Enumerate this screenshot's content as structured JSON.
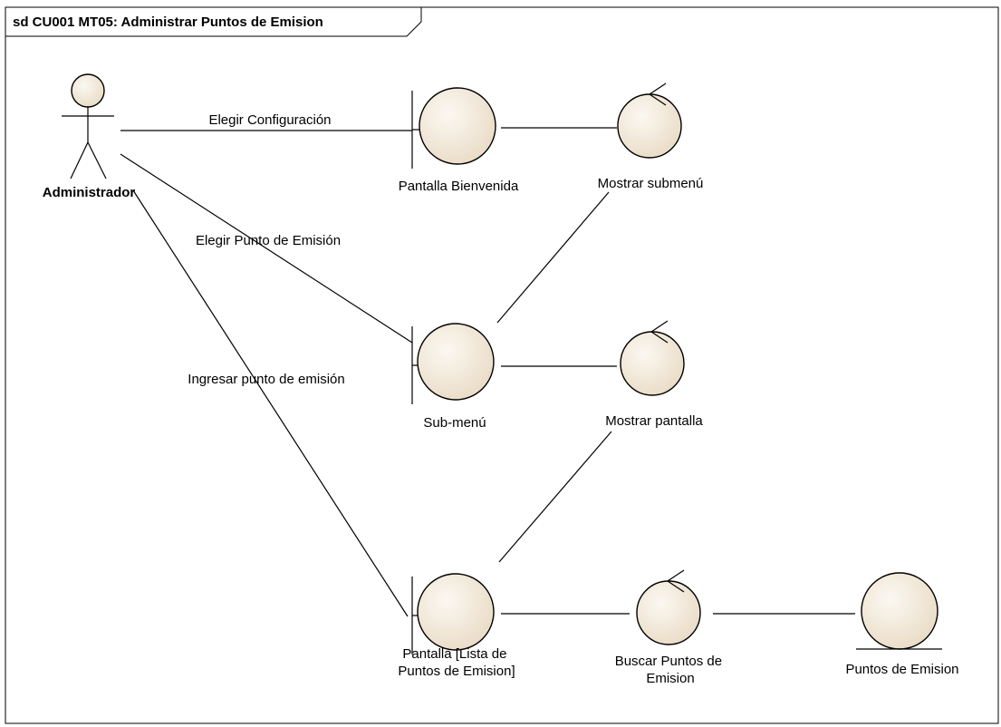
{
  "diagram": {
    "title": "sd CU001 MT05: Administrar Puntos de Emision",
    "actor": {
      "name": "Administrador"
    },
    "nodes": {
      "pantalla_bienvenida": {
        "kind": "boundary",
        "label": [
          "Pantalla Bienvenida"
        ]
      },
      "mostrar_submenu": {
        "kind": "control",
        "label": [
          "Mostrar submenú"
        ]
      },
      "sub_menu": {
        "kind": "boundary",
        "label": [
          "Sub-menú"
        ]
      },
      "mostrar_pantalla": {
        "kind": "control",
        "label": [
          "Mostrar pantalla"
        ]
      },
      "pantalla_lista": {
        "kind": "boundary",
        "label": [
          "Pantalla [Lista de",
          "Puntos de Emision]"
        ]
      },
      "buscar_puntos": {
        "kind": "control",
        "label": [
          "Buscar Puntos de",
          "Emision"
        ]
      },
      "puntos_emision": {
        "kind": "entity",
        "label": [
          "Puntos de Emision"
        ]
      }
    },
    "messages": {
      "elegir_configuracion": "Elegir Configuración",
      "elegir_punto": "Elegir Punto de Emisión",
      "ingresar_punto": "Ingresar punto de emisión"
    },
    "colors": {
      "node_fill_light": "#fbf8f2",
      "node_fill_dark": "#eadcc6",
      "stroke": "#000000"
    }
  }
}
